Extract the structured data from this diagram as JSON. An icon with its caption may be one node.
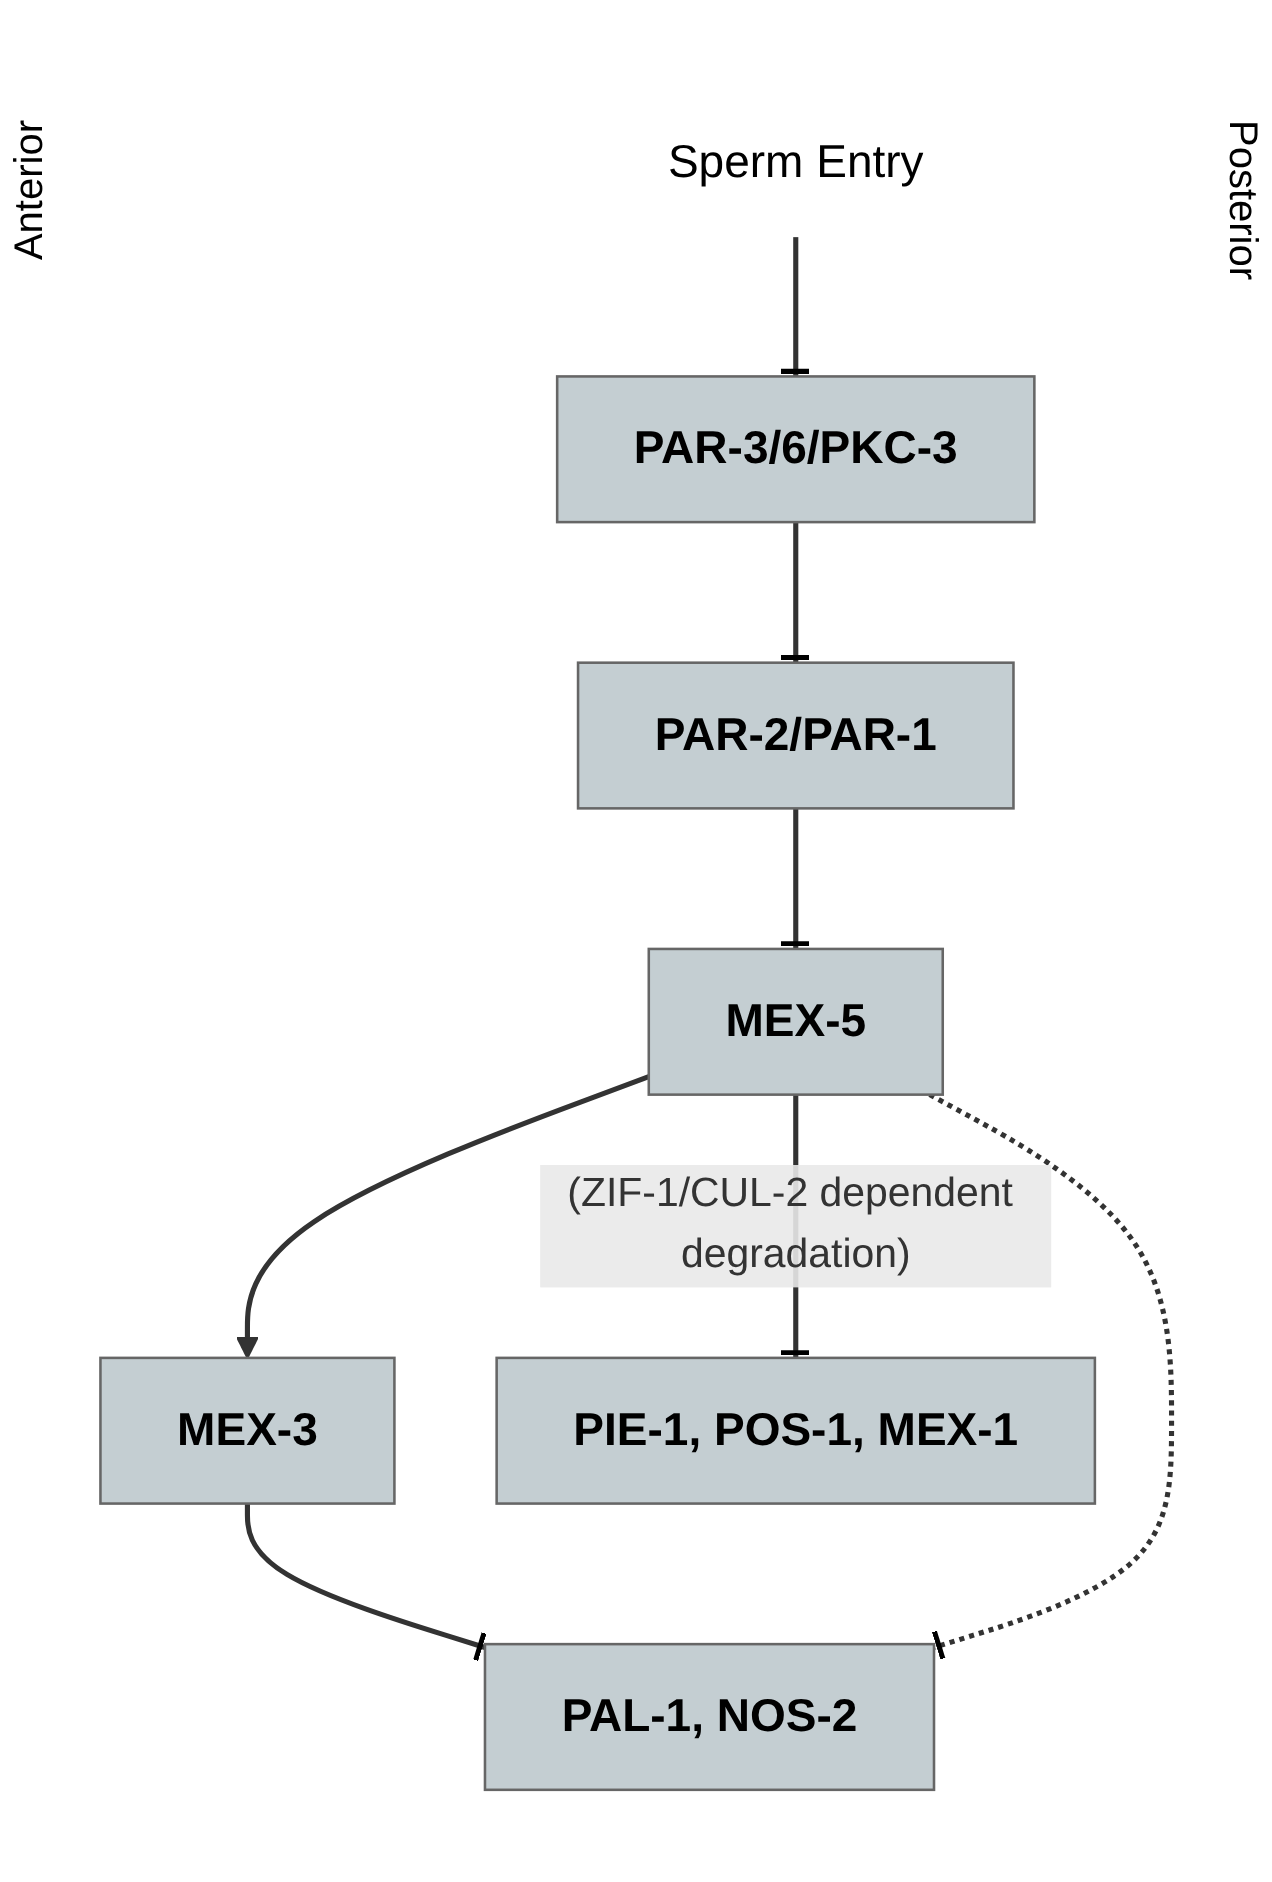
{
  "diagram": {
    "nodes": [
      {
        "text": [
          "Sperm Entry"
        ]
      },
      {
        "text": [
          "PAR-3/6/PKC-3"
        ]
      },
      {
        "text": [
          "PAR-2/PAR-1"
        ]
      },
      {
        "text": [
          "MEX-5"
        ]
      },
      {
        "text": [
          "MEX-3"
        ]
      },
      {
        "text": [
          "PAL-1, NOS-2"
        ]
      },
      {
        "text": [
          "PIE-1, POS-1, MEX-1"
        ]
      }
    ],
    "edges": [
      {
        "from": 0,
        "to": 1,
        "arrow": "other"
      },
      {
        "from": 1,
        "to": 2,
        "arrow": "other"
      },
      {
        "from": 2,
        "to": 3,
        "arrow": "other"
      },
      {
        "from": 3,
        "to": 4,
        "arrow": "to"
      },
      {
        "from": 4,
        "to": 5,
        "arrow": "other"
      },
      {
        "from": 3,
        "to": 5,
        "arrow": "other",
        "style": "dashed"
      },
      {
        "from": 3,
        "to": 6,
        "arrow": "other",
        "label": "(ZIF-1/CUL-2 dependent degradation)"
      }
    ],
    "labels": [
      "Anterior",
      "Posterior"
    ]
  }
}
